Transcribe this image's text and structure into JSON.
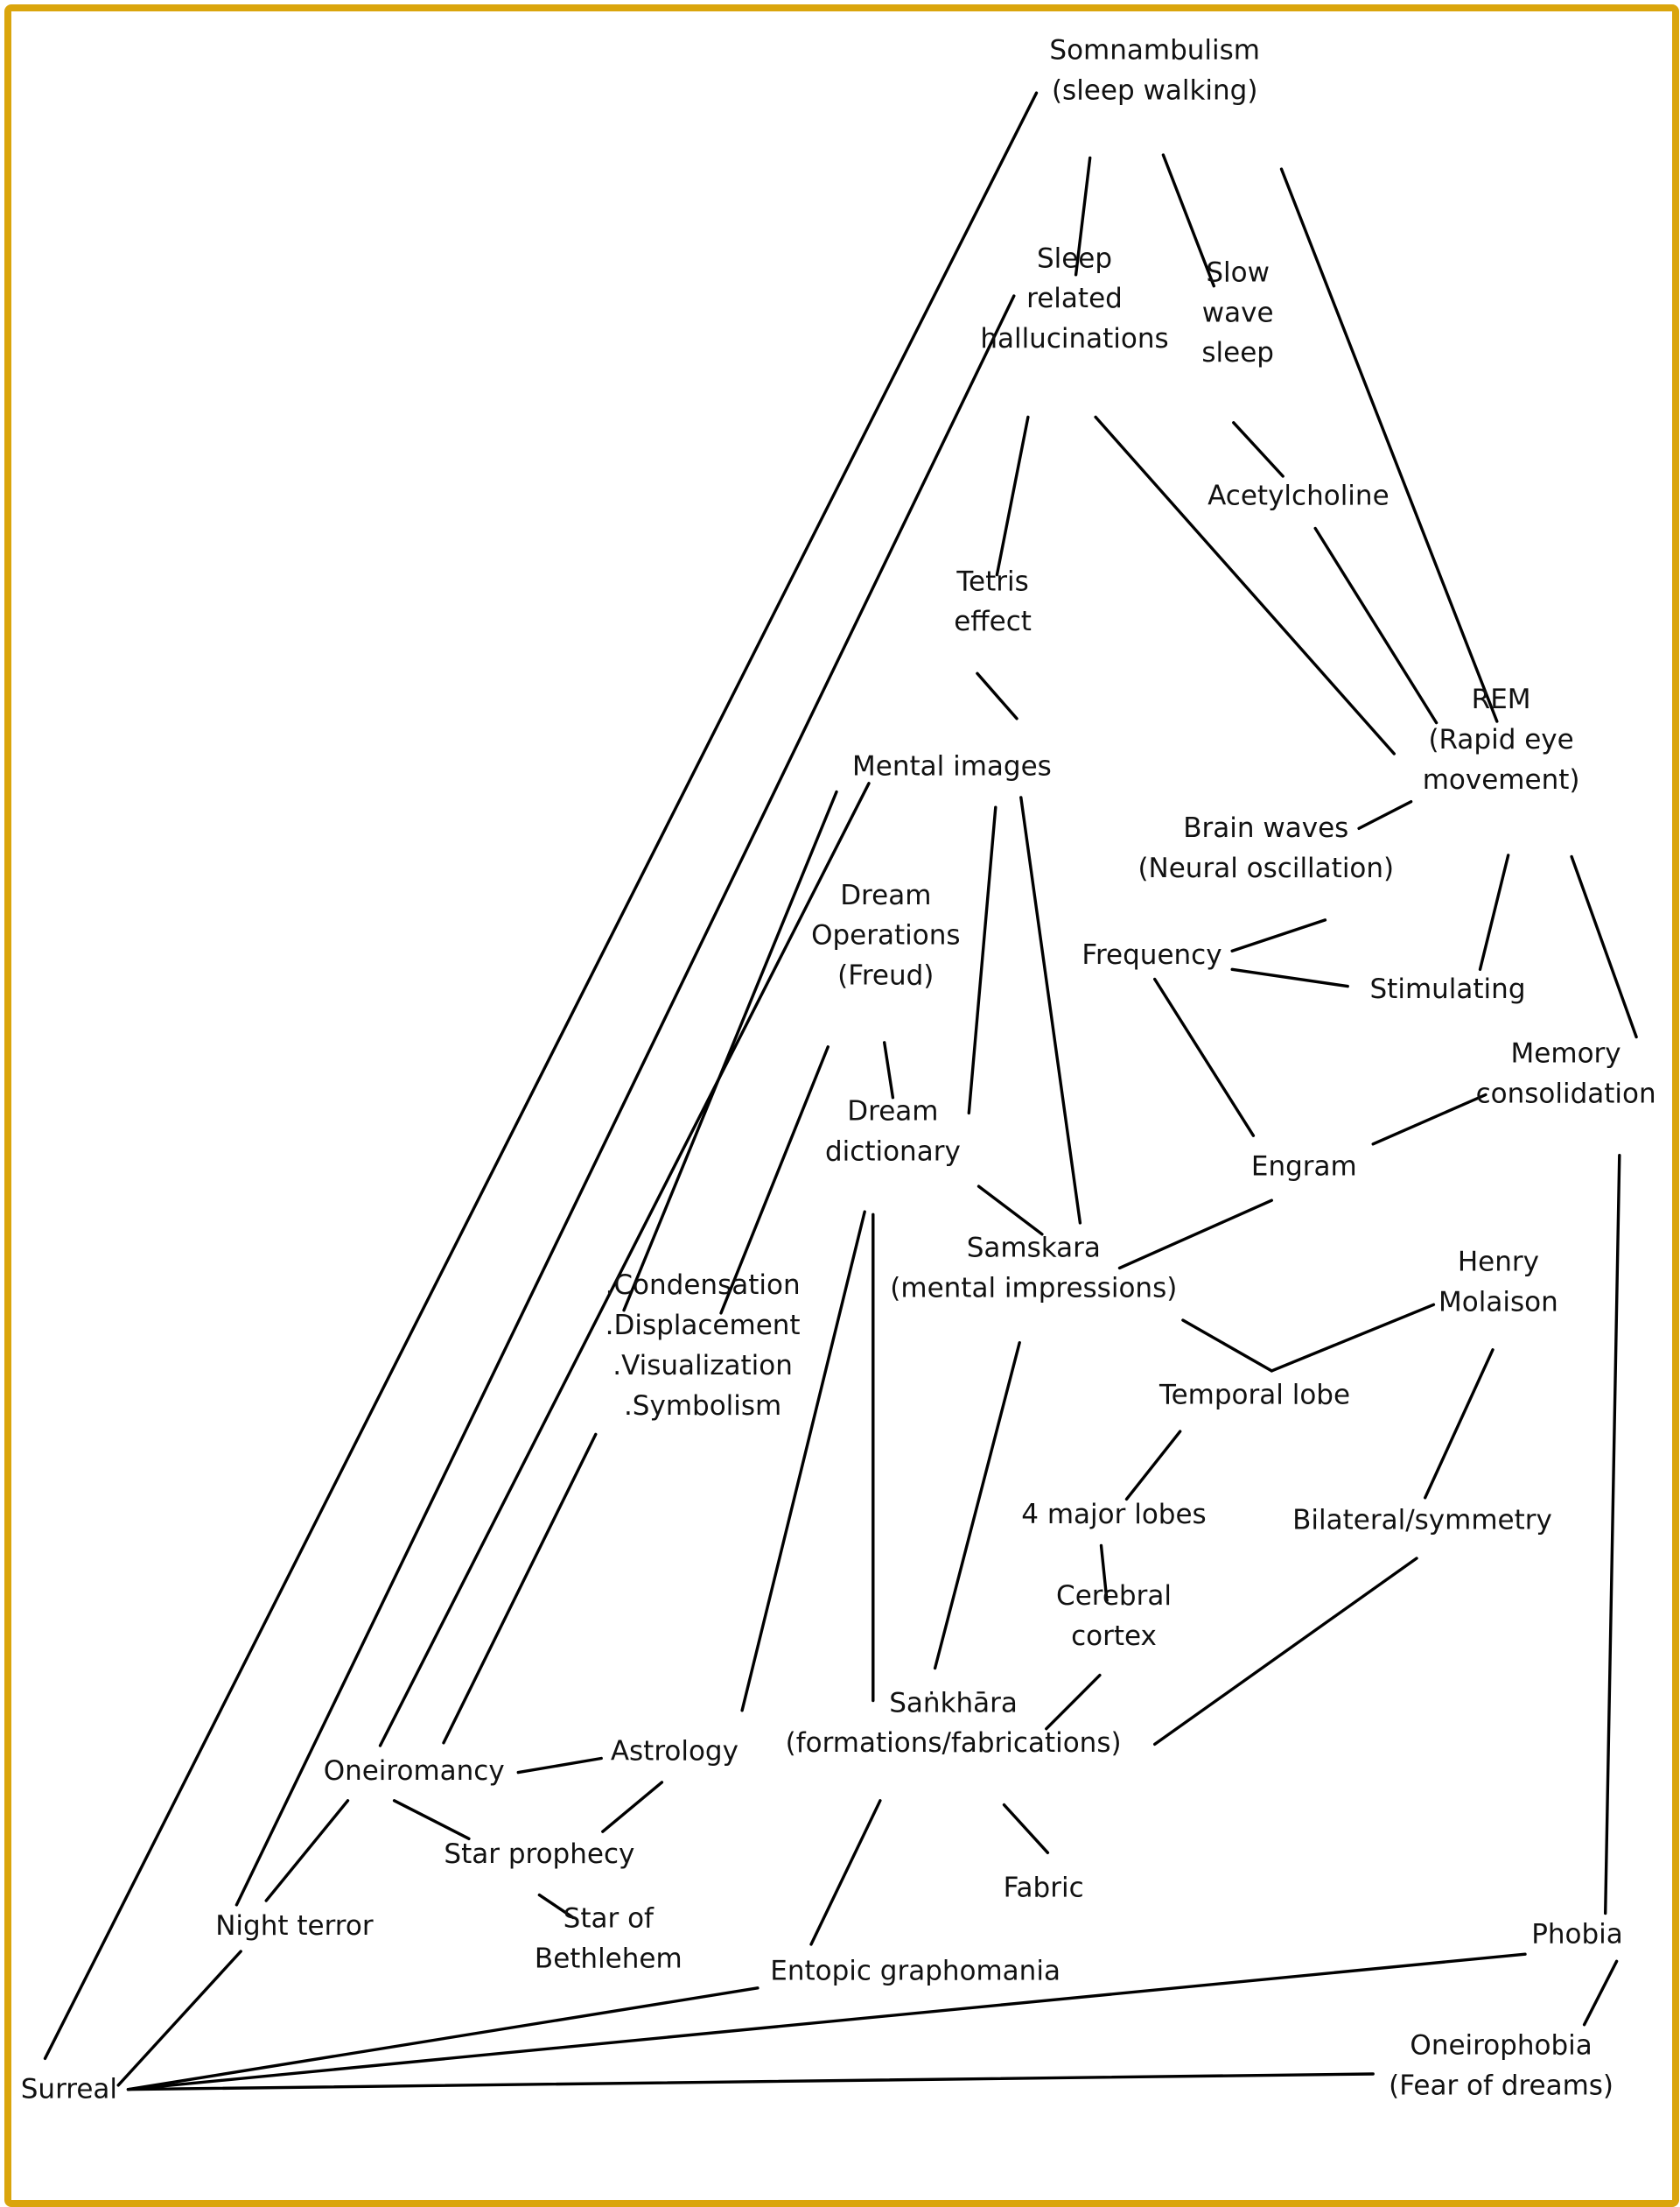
{
  "frame_color": "#DAA50C",
  "nodes": [
    {
      "id": "somnambulism",
      "lines": [
        "Somnambulism",
        "(sleep walking)"
      ]
    },
    {
      "id": "sleep_related_hallucinations",
      "lines": [
        "Sleep",
        "related",
        "hallucinations"
      ]
    },
    {
      "id": "slow_wave_sleep",
      "lines": [
        "Slow",
        "wave",
        "sleep"
      ]
    },
    {
      "id": "acetylcholine",
      "lines": [
        "Acetylcholine"
      ]
    },
    {
      "id": "tetris_effect",
      "lines": [
        "Tetris",
        "effect"
      ]
    },
    {
      "id": "mental_images",
      "lines": [
        "Mental images"
      ]
    },
    {
      "id": "rem",
      "lines": [
        "REM",
        "(Rapid eye",
        "movement)"
      ]
    },
    {
      "id": "brain_waves",
      "lines": [
        "Brain waves",
        "(Neural oscillation)"
      ]
    },
    {
      "id": "dream_operations",
      "lines": [
        "Dream",
        "Operations",
        "(Freud)"
      ]
    },
    {
      "id": "frequency",
      "lines": [
        "Frequency"
      ]
    },
    {
      "id": "stimulating",
      "lines": [
        "Stimulating"
      ]
    },
    {
      "id": "memory_consolidation",
      "lines": [
        "Memory",
        "consolidation"
      ]
    },
    {
      "id": "dream_dictionary",
      "lines": [
        "Dream",
        "dictionary"
      ]
    },
    {
      "id": "engram",
      "lines": [
        "Engram"
      ]
    },
    {
      "id": "samskara",
      "lines": [
        "Samskara",
        "(mental impressions)"
      ]
    },
    {
      "id": "henry_molaison",
      "lines": [
        "Henry",
        "Molaison"
      ]
    },
    {
      "id": "condensation_list",
      "lines": [
        ".Condensation",
        ".Displacement",
        ".Visualization",
        ".Symbolism"
      ]
    },
    {
      "id": "temporal_lobe",
      "lines": [
        "Temporal lobe"
      ]
    },
    {
      "id": "four_major_lobes",
      "lines": [
        "4 major lobes"
      ]
    },
    {
      "id": "bilateral_symmetry",
      "lines": [
        "Bilateral/symmetry"
      ]
    },
    {
      "id": "cerebral_cortex",
      "lines": [
        "Cerebral",
        "cortex"
      ]
    },
    {
      "id": "astrology",
      "lines": [
        "Astrology"
      ]
    },
    {
      "id": "sankhara",
      "lines": [
        "Saṅkhāra",
        "(formations/fabrications)"
      ]
    },
    {
      "id": "oneiromancy",
      "lines": [
        "Oneiromancy"
      ]
    },
    {
      "id": "star_prophecy",
      "lines": [
        "Star prophecy"
      ]
    },
    {
      "id": "fabric",
      "lines": [
        "Fabric"
      ]
    },
    {
      "id": "night_terror",
      "lines": [
        "Night terror"
      ]
    },
    {
      "id": "star_of_bethlehem",
      "lines": [
        "Star of",
        "Bethlehem"
      ]
    },
    {
      "id": "phobia",
      "lines": [
        "Phobia"
      ]
    },
    {
      "id": "entopic_graphomania",
      "lines": [
        "Entopic graphomania"
      ]
    },
    {
      "id": "surreal",
      "lines": [
        "Surreal"
      ]
    },
    {
      "id": "oneirophobia",
      "lines": [
        "Oneirophobia",
        "(Fear of dreams)"
      ]
    }
  ],
  "edges": [
    [
      "somnambulism",
      "sleep_related_hallucinations"
    ],
    [
      "somnambulism",
      "slow_wave_sleep"
    ],
    [
      "somnambulism",
      "rem"
    ],
    [
      "somnambulism",
      "surreal"
    ],
    [
      "slow_wave_sleep",
      "acetylcholine"
    ],
    [
      "acetylcholine",
      "rem"
    ],
    [
      "sleep_related_hallucinations",
      "tetris_effect"
    ],
    [
      "sleep_related_hallucinations",
      "rem"
    ],
    [
      "sleep_related_hallucinations",
      "night_terror"
    ],
    [
      "tetris_effect",
      "mental_images"
    ],
    [
      "mental_images",
      "dream_dictionary"
    ],
    [
      "mental_images",
      "samskara"
    ],
    [
      "mental_images",
      "condensation_list"
    ],
    [
      "mental_images",
      "oneiromancy"
    ],
    [
      "rem",
      "brain_waves"
    ],
    [
      "rem",
      "stimulating"
    ],
    [
      "rem",
      "memory_consolidation"
    ],
    [
      "brain_waves",
      "frequency"
    ],
    [
      "frequency",
      "stimulating"
    ],
    [
      "frequency",
      "engram"
    ],
    [
      "memory_consolidation",
      "engram"
    ],
    [
      "memory_consolidation",
      "phobia"
    ],
    [
      "engram",
      "samskara"
    ],
    [
      "dream_operations",
      "dream_dictionary"
    ],
    [
      "dream_operations",
      "condensation_list"
    ],
    [
      "dream_dictionary",
      "samskara"
    ],
    [
      "dream_dictionary",
      "astrology"
    ],
    [
      "dream_dictionary",
      "sankhara"
    ],
    [
      "samskara",
      "temporal_lobe"
    ],
    [
      "samskara",
      "sankhara"
    ],
    [
      "temporal_lobe",
      "henry_molaison"
    ],
    [
      "temporal_lobe",
      "four_major_lobes"
    ],
    [
      "henry_molaison",
      "bilateral_symmetry"
    ],
    [
      "four_major_lobes",
      "cerebral_cortex"
    ],
    [
      "cerebral_cortex",
      "sankhara"
    ],
    [
      "bilateral_symmetry",
      "sankhara"
    ],
    [
      "condensation_list",
      "oneiromancy"
    ],
    [
      "oneiromancy",
      "astrology"
    ],
    [
      "oneiromancy",
      "night_terror"
    ],
    [
      "oneiromancy",
      "star_prophecy"
    ],
    [
      "astrology",
      "star_prophecy"
    ],
    [
      "star_prophecy",
      "star_of_bethlehem"
    ],
    [
      "sankhara",
      "fabric"
    ],
    [
      "sankhara",
      "entopic_graphomania"
    ],
    [
      "night_terror",
      "surreal"
    ],
    [
      "entopic_graphomania",
      "surreal"
    ],
    [
      "phobia",
      "surreal"
    ],
    [
      "phobia",
      "oneirophobia"
    ],
    [
      "oneirophobia",
      "surreal"
    ]
  ]
}
